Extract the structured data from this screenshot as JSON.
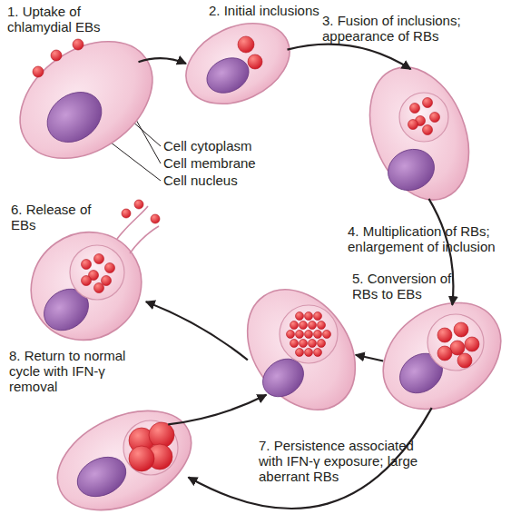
{
  "diagram": {
    "nodes": [
      {
        "text": [
          "1. Uptake of chlamydial EBs"
        ]
      },
      {
        "text": [
          "2. Initial inclusions"
        ]
      },
      {
        "text": [
          "3. Fusion of inclusions; appearance of RBs"
        ]
      },
      {
        "text": [
          "5. Conversion of RBs to EBs"
        ]
      },
      {
        "text": []
      },
      {
        "text": [
          "6. Release of EBs"
        ]
      },
      {
        "text": [
          "7. Persistence associated with IFN-γ exposure; large aberrant RBs"
        ]
      }
    ],
    "edges": [
      {
        "from": 0,
        "to": 1,
        "arrow": "to"
      },
      {
        "from": 1,
        "to": 2,
        "arrow": "to"
      },
      {
        "from": 2,
        "to": 3,
        "label": "4. Multiplication of RBs; enlargement of inclusion",
        "arrow": "to"
      },
      {
        "from": 3,
        "to": 4,
        "arrow": "to"
      },
      {
        "from": 4,
        "to": 5,
        "arrow": "to"
      },
      {
        "from": 3,
        "to": 6,
        "arrow": "to"
      },
      {
        "from": 6,
        "to": 4,
        "label": "8. Return to normal cycle with IFN-γ removal",
        "arrow": "to"
      }
    ],
    "labels": [
      "Cell cytoplasm",
      "Cell membrane",
      "Cell nucleus"
    ]
  }
}
